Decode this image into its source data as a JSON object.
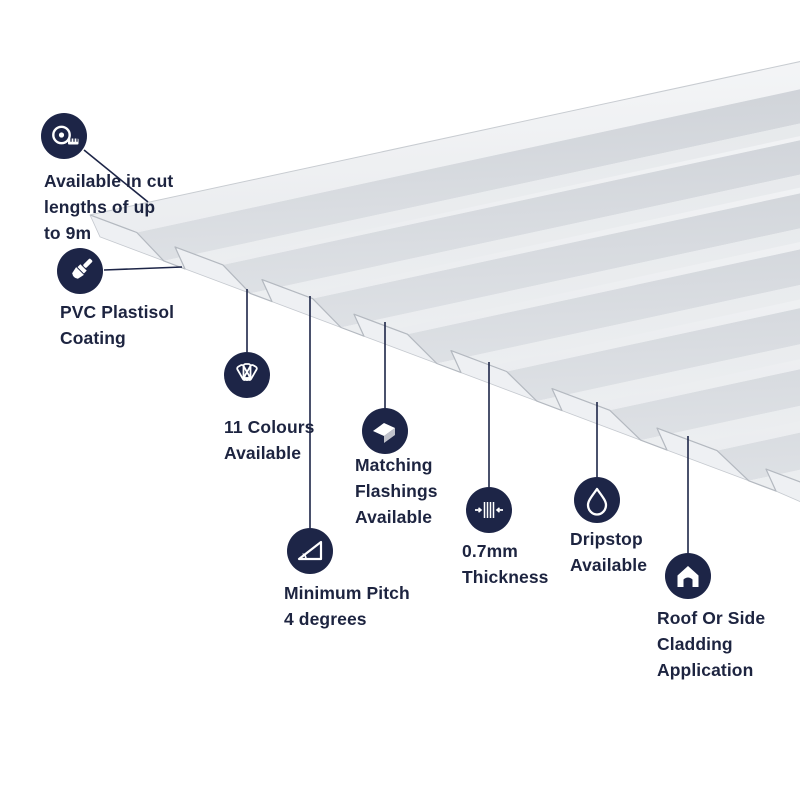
{
  "illustration": {
    "subject": "White box profile metal roofing/cladding sheet shown in perspective"
  },
  "colors": {
    "accent_navy": "#1d2547",
    "label_text": "#1d2440",
    "sheet_light": "#f8f9fa",
    "sheet_mid": "#e0e3e7",
    "sheet_dark": "#c9cdd3",
    "background": "#ffffff"
  },
  "features": [
    {
      "id": "cut-lengths",
      "icon": "tape-measure-icon",
      "label": "Available in cut\nlengths of up\nto 9m"
    },
    {
      "id": "coating",
      "icon": "paintbrush-icon",
      "label": "PVC Plastisol\nCoating"
    },
    {
      "id": "colours",
      "icon": "colour-fan-icon",
      "label": "11 Colours\nAvailable"
    },
    {
      "id": "flashings",
      "icon": "flashing-icon",
      "label": "Matching\nFlashings\nAvailable"
    },
    {
      "id": "pitch",
      "icon": "pitch-angle-icon",
      "label": "Minimum Pitch\n4 degrees"
    },
    {
      "id": "thickness",
      "icon": "thickness-icon",
      "label": "0.7mm\nThickness"
    },
    {
      "id": "dripstop",
      "icon": "droplet-icon",
      "label": "Dripstop\nAvailable"
    },
    {
      "id": "cladding",
      "icon": "house-icon",
      "label": "Roof Or Side\nCladding\nApplication"
    }
  ]
}
